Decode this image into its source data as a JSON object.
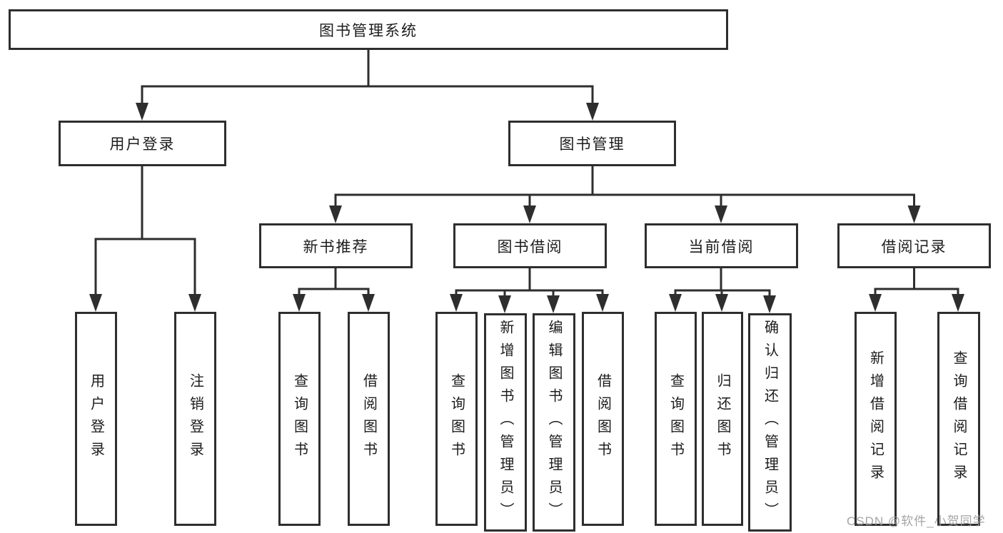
{
  "diagram": {
    "title": "图书管理系统",
    "tree": {
      "root": {
        "label": "图书管理系统"
      },
      "children": [
        {
          "label": "用户登录",
          "children": [
            {
              "label": "用户登录"
            },
            {
              "label": "注销登录"
            }
          ]
        },
        {
          "label": "图书管理",
          "children": [
            {
              "label": "新书推荐",
              "children": [
                {
                  "label": "查询图书"
                },
                {
                  "label": "借阅图书"
                }
              ]
            },
            {
              "label": "图书借阅",
              "children": [
                {
                  "label": "查询图书"
                },
                {
                  "label": "新增图书（管理员）"
                },
                {
                  "label": "编辑图书（管理员）"
                },
                {
                  "label": "借阅图书"
                }
              ]
            },
            {
              "label": "当前借阅",
              "children": [
                {
                  "label": "查询图书"
                },
                {
                  "label": "归还图书"
                },
                {
                  "label": "确认归还（管理员）"
                }
              ]
            },
            {
              "label": "借阅记录",
              "children": [
                {
                  "label": "新增借阅记录"
                },
                {
                  "label": "查询借阅记录"
                }
              ]
            }
          ]
        }
      ]
    },
    "colors": {
      "line": "#2e2e2e",
      "box_border": "#2e2e2e",
      "box_background": "#ffffff",
      "text": "#1c1c1c",
      "watermark": "#9b9b9b"
    }
  },
  "watermark": {
    "text": "CSDN @软件_小贺同学"
  }
}
